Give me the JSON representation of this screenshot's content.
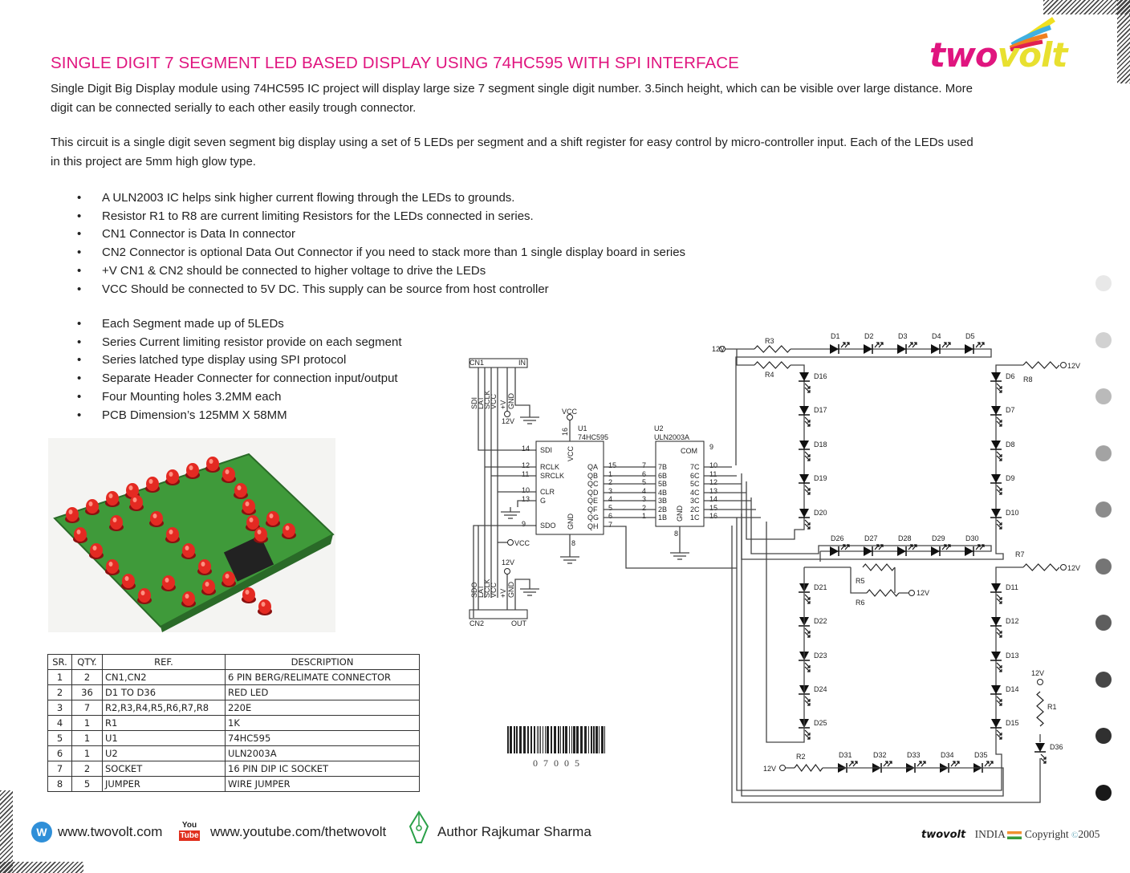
{
  "logo": {
    "text_pink": "two",
    "text_yellow": "volt"
  },
  "title": "SINGLE DIGIT 7 SEGMENT LED BASED DISPLAY USING 74HC595 WITH SPI INTERFACE",
  "paragraphs": [
    "Single Digit Big Display module using 74HC595 IC project will display large size 7 segment single digit number. 3.5inch height, which can be visible over large distance.  More digit can be connected serially to each other easily trough connector.",
    "This circuit is a single digit seven segment big display using a set of 5 LEDs per segment and a shift register for easy control by micro-controller input. Each of the LEDs used in this project are 5mm high glow type."
  ],
  "bullets1": [
    "A ULN2003 IC helps sink higher current flowing through the LEDs to grounds.",
    "Resistor R1 to R8 are current limiting Resistors for the LEDs connected in series.",
    "CN1 Connector is Data In connector",
    "CN2 Connector is optional Data Out Connector if you need to stack more than 1 single display board in series",
    "+V CN1 & CN2 should be connected to higher voltage to drive the LEDs",
    "VCC Should be connected to 5V DC. This supply can be source from host controller"
  ],
  "bullets2": [
    "Each Segment made up of 5LEDs",
    "Series Current limiting resistor provide on each segment",
    "Series latched type display using SPI protocol",
    "Separate Header Connecter for connection input/output",
    "Four Mounting holes 3.2MM each",
    "PCB Dimension’s 125MM X 58MM"
  ],
  "bom": {
    "headers": [
      "SR.",
      "QTY.",
      "REF.",
      "DESCRIPTION"
    ],
    "rows": [
      [
        "1",
        "2",
        "CN1,CN2",
        "6 PIN BERG/RELIMATE CONNECTOR"
      ],
      [
        "2",
        "36",
        "D1 TO D36",
        "RED LED"
      ],
      [
        "3",
        "7",
        "R2,R3,R4,R5,R6,R7,R8",
        "220E"
      ],
      [
        "4",
        "1",
        "R1",
        "1K"
      ],
      [
        "5",
        "1",
        "U1",
        "74HC595"
      ],
      [
        "6",
        "1",
        "U2",
        "ULN2003A"
      ],
      [
        "7",
        "2",
        "SOCKET",
        "16 PIN DIP IC SOCKET"
      ],
      [
        "8",
        "5",
        "JUMPER",
        "WIRE JUMPER"
      ]
    ]
  },
  "barcode": "0 7 0 0 5",
  "footer": {
    "website": "www.twovolt.com",
    "youtube_icon_top": "You",
    "youtube_icon_bottom": "Tube",
    "youtube": "www.youtube.com/thetwovolt",
    "author": "Author Rajkumar Sharma",
    "brand": "twovolt",
    "country": "INDIA",
    "copyright": "Copyright",
    "copyright_symbol": "©",
    "year": "2005"
  },
  "schematic": {
    "supply": "12V",
    "vcc": "VCC",
    "cn1": {
      "name": "CN1",
      "tag": "IN",
      "pins": [
        "SDI",
        "LAT",
        "SCLK",
        "VCC",
        "+V",
        "GND"
      ]
    },
    "cn2": {
      "name": "CN2",
      "tag": "OUT",
      "pins": [
        "SDO",
        "LAT",
        "SCLK",
        "VCC",
        "+V",
        "GND"
      ]
    },
    "u1": {
      "ref": "U1",
      "part": "74HC595",
      "left": [
        [
          "14",
          "SDI"
        ],
        [
          "12",
          "RCLK"
        ],
        [
          "11",
          "SRCLK"
        ],
        [
          "10",
          "CLR"
        ],
        [
          "13",
          "G"
        ],
        [
          "9",
          "SDO"
        ]
      ],
      "right": [
        [
          "15",
          "QA"
        ],
        [
          "1",
          "QB"
        ],
        [
          "2",
          "QC"
        ],
        [
          "3",
          "QD"
        ],
        [
          "4",
          "QE"
        ],
        [
          "5",
          "QF"
        ],
        [
          "6",
          "QG"
        ],
        [
          "7",
          "QH"
        ]
      ],
      "vcc_pin": "16",
      "vcc_label": "VCC",
      "gnd_pin": "8",
      "gnd_label": "GND"
    },
    "u2": {
      "ref": "U2",
      "part": "ULN2003A",
      "left": [
        [
          "7",
          "7B"
        ],
        [
          "6",
          "6B"
        ],
        [
          "5",
          "5B"
        ],
        [
          "4",
          "4B"
        ],
        [
          "3",
          "3B"
        ],
        [
          "2",
          "2B"
        ],
        [
          "1",
          "1B"
        ]
      ],
      "right": [
        [
          "10",
          "7C"
        ],
        [
          "11",
          "6C"
        ],
        [
          "12",
          "5C"
        ],
        [
          "13",
          "4C"
        ],
        [
          "14",
          "3C"
        ],
        [
          "15",
          "2C"
        ],
        [
          "16",
          "1C"
        ]
      ],
      "com_pin": "9",
      "com_label": "COM",
      "gnd_pin": "8",
      "gnd_label": "GND"
    },
    "top_leds": [
      "D1",
      "D2",
      "D3",
      "D4",
      "D5"
    ],
    "right_upper_leds": [
      "D6",
      "D7",
      "D8",
      "D9",
      "D10"
    ],
    "right_lower_leds": [
      "D11",
      "D12",
      "D13",
      "D14",
      "D15"
    ],
    "left_upper_leds": [
      "D16",
      "D17",
      "D18",
      "D19",
      "D20"
    ],
    "left_lower_leds": [
      "D21",
      "D22",
      "D23",
      "D24",
      "D25"
    ],
    "middle_leds": [
      "D26",
      "D27",
      "D28",
      "D29",
      "D30"
    ],
    "bottom_leds": [
      "D31",
      "D32",
      "D33",
      "D34",
      "D35"
    ],
    "dp_led": "D36",
    "resistors": [
      "R1",
      "R2",
      "R3",
      "R4",
      "R5",
      "R6",
      "R7",
      "R8"
    ]
  }
}
